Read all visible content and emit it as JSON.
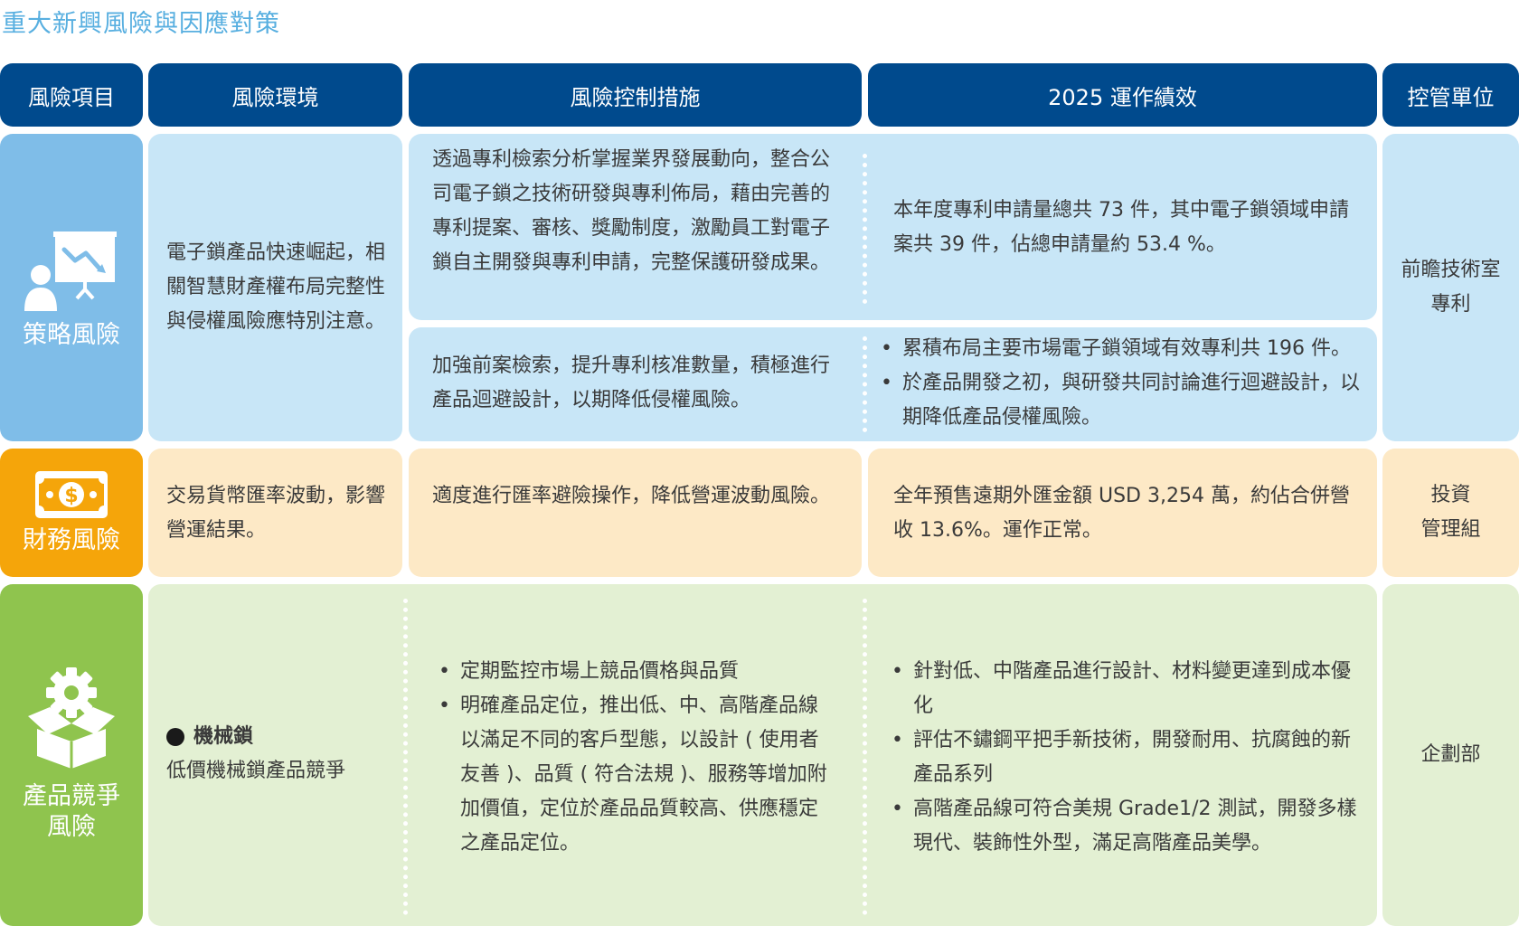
{
  "page_title": "重大新興風險與因應對策",
  "headers": {
    "risk_item": "風險項目",
    "environment": "風險環境",
    "controls": "風險控制措施",
    "performance": "2025 運作績效",
    "unit": "控管單位"
  },
  "colors": {
    "header_bg": "#004a8d",
    "strategy_accent": "#7fbde8",
    "strategy_bg": "#c8e6f7",
    "finance_accent": "#f5a50a",
    "finance_bg": "#fde9c6",
    "product_accent": "#8fc44e",
    "product_bg": "#e3f0d3"
  },
  "strategy": {
    "label": "策略風險",
    "icon": "presentation-icon",
    "environment": "電子鎖產品快速崛起，相關智慧財產權布局完整性與侵權風險應特別注意。",
    "control_1": "透過專利檢索分析掌握業界發展動向，整合公司電子鎖之技術研發與專利佈局，藉由完善的專利提案、審核、獎勵制度，激勵員工對電子鎖自主開發與專利申請，完整保護研發成果。",
    "performance_1": "本年度專利申請量總共 73 件，其中電子鎖領域申請案共 39 件，佔總申請量約 53.4 %。",
    "control_2": "加強前案檢索，提升專利核准數量，積極進行產品迴避設計，以期降低侵權風險。",
    "performance_2": [
      "累積布局主要市場電子鎖領域有效專利共 196 件。",
      "於產品開發之初，與研發共同討論進行迴避設計，以期降低產品侵權風險。"
    ],
    "unit_line1": "前瞻技術室",
    "unit_line2": "專利"
  },
  "finance": {
    "label": "財務風險",
    "icon": "money-bill-icon",
    "environment": "交易貨幣匯率波動，影響營運結果。",
    "control": "適度進行匯率避險操作，降低營運波動風險。",
    "performance": "全年預售遠期外匯金額 USD 3,254 萬，約佔合併營收 13.6%。運作正常。",
    "unit_line1": "投資",
    "unit_line2": "管理組"
  },
  "product": {
    "label_line1": "產品競爭",
    "label_line2": "風險",
    "icon": "gear-box-icon",
    "environment_title": "機械鎖",
    "environment": "低價機械鎖產品競爭",
    "controls": [
      "定期監控市場上競品價格與品質",
      "明確產品定位，推出低、中、高階產品線以滿足不同的客戶型態，以設計 ( 使用者友善 )、品質 ( 符合法規 )、服務等增加附加價值，定位於產品品質較高、供應穩定之產品定位。"
    ],
    "performance": [
      "針對低、中階產品進行設計、材料變更達到成本優化",
      "評估不鏽鋼平把手新技術，開發耐用、抗腐蝕的新產品系列",
      "高階產品線可符合美規 Grade1/2 測試，開發多樣現代、裝飾性外型，滿足高階產品美學。"
    ],
    "unit": "企劃部"
  }
}
